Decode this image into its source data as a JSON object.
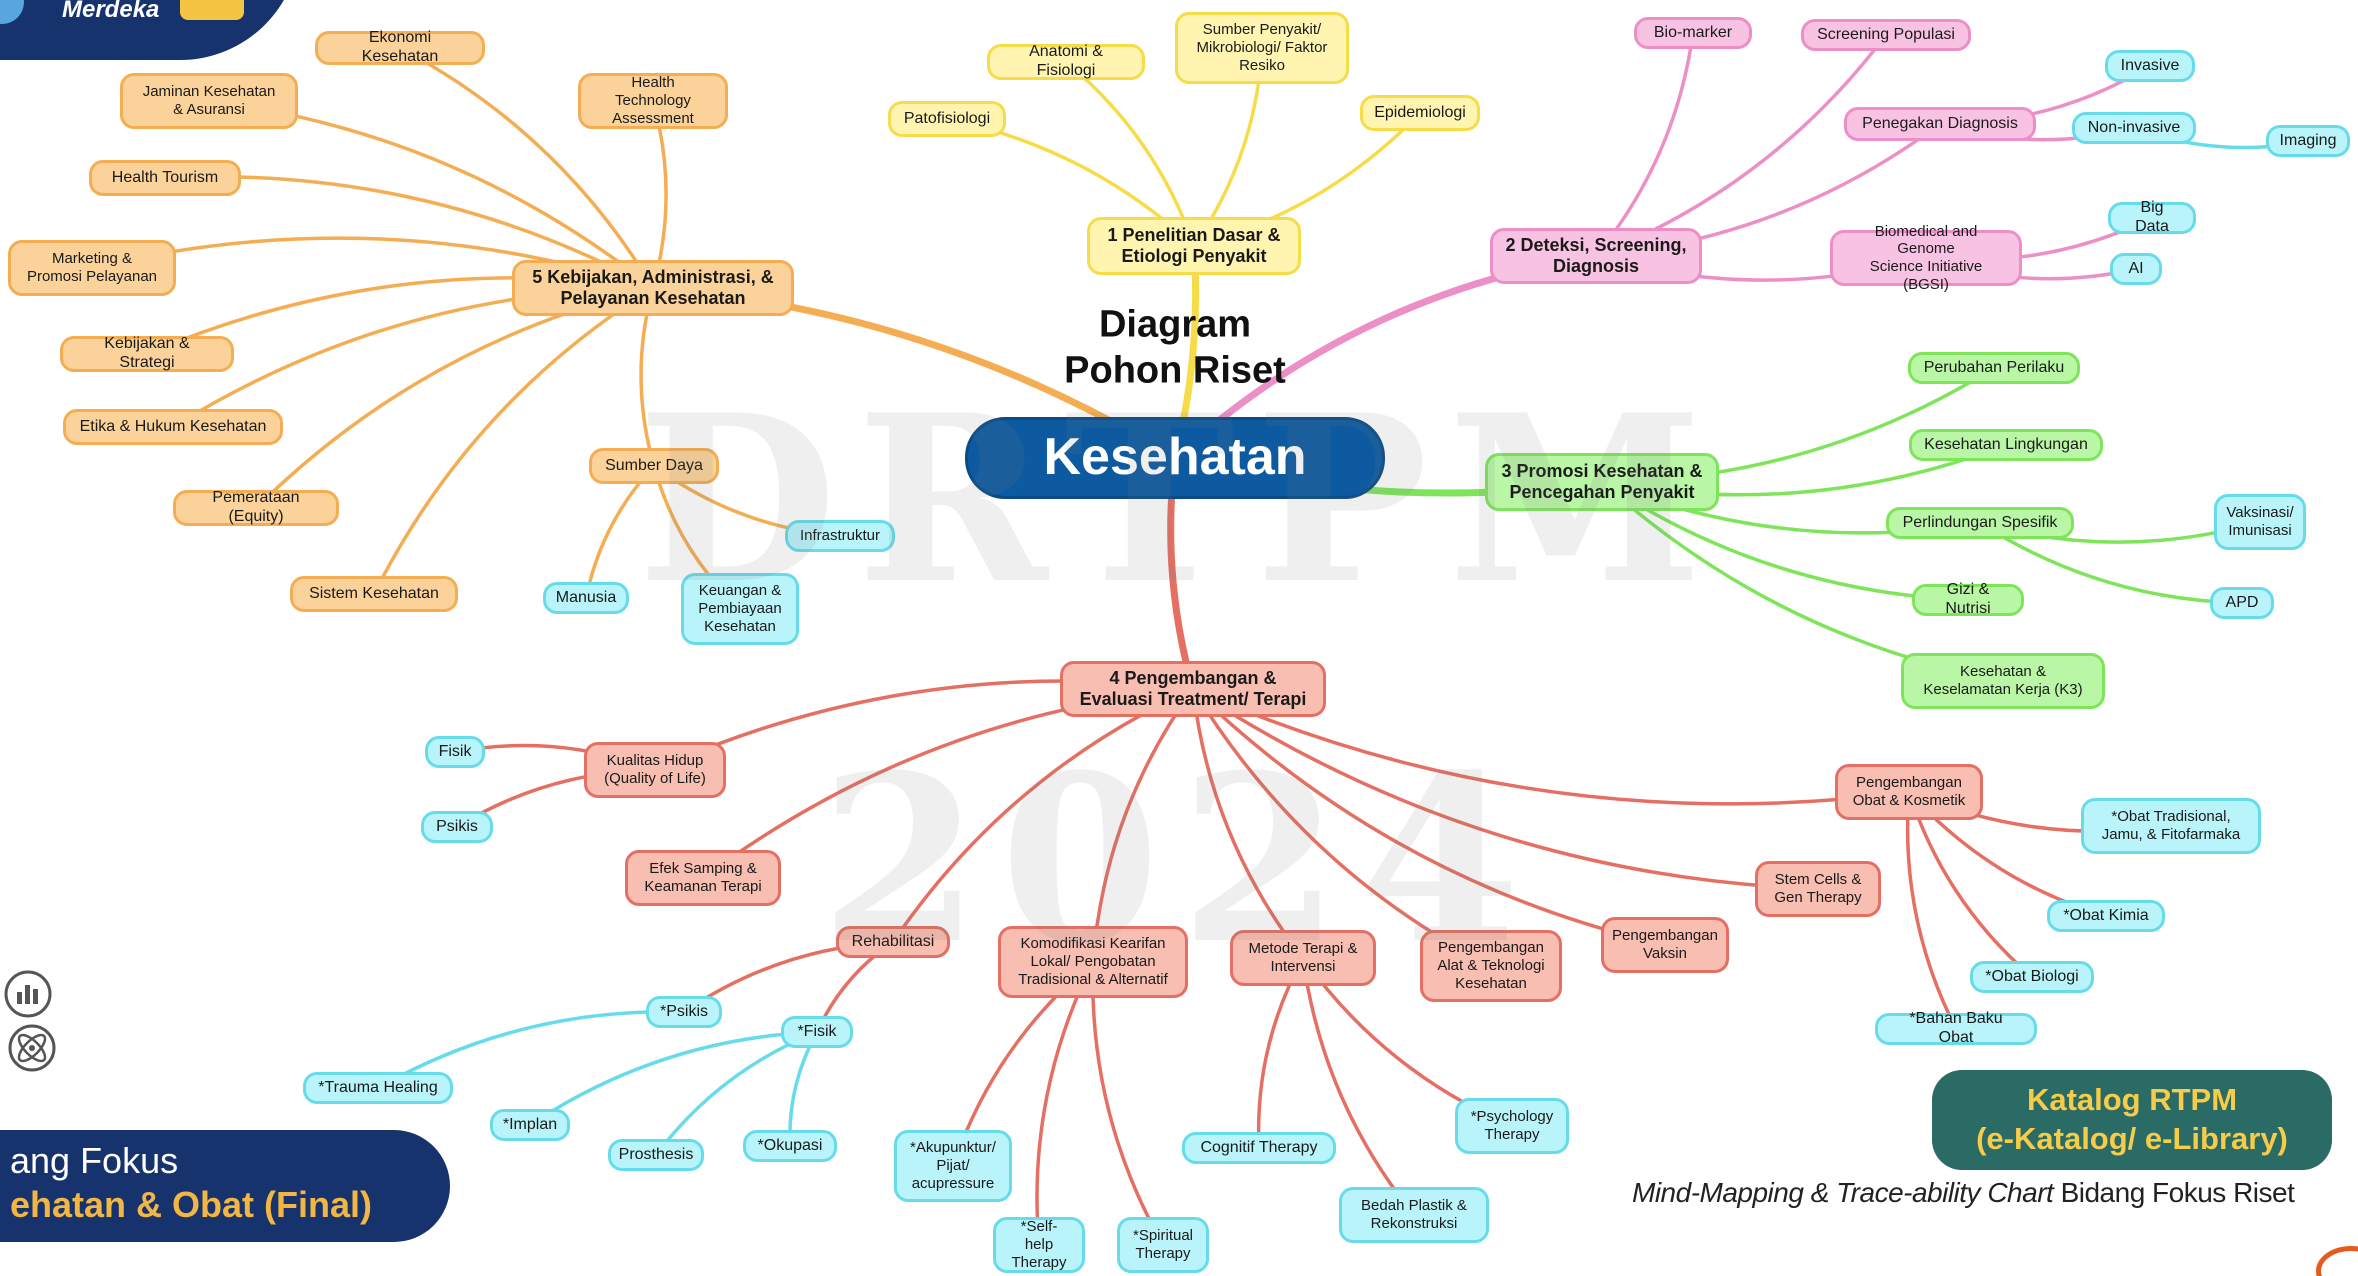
{
  "diagram": {
    "title": "Diagram\nPohon Riset",
    "watermark": [
      "DRTPM",
      "2024"
    ],
    "colors": {
      "yellow": "#f7dc4a",
      "orange": "#f4ad52",
      "pink": "#ec8fc6",
      "green": "#7ee55b",
      "red": "#e46f62",
      "cyan": "#66dceb",
      "center": "#0d5aa0"
    },
    "nodes": [
      {
        "id": "root",
        "label": "Kesehatan",
        "kind": "center"
      },
      {
        "id": "b1",
        "label": "1 Penelitian Dasar &\nEtiologi Penyakit",
        "color": "yellow",
        "kind": "branch"
      },
      {
        "id": "b2",
        "label": "2 Deteksi, Screening,\nDiagnosis",
        "color": "pink",
        "kind": "branch"
      },
      {
        "id": "b3",
        "label": "3 Promosi Kesehatan &\nPencegahan Penyakit",
        "color": "green",
        "kind": "branch"
      },
      {
        "id": "b4",
        "label": "4 Pengembangan &\nEvaluasi Treatment/ Terapi",
        "color": "red",
        "kind": "branch"
      },
      {
        "id": "b5",
        "label": "5 Kebijakan, Administrasi, &\nPelayanan Kesehatan",
        "color": "orange",
        "kind": "branch"
      },
      {
        "id": "y1",
        "label": "Patofisiologi",
        "color": "yellow"
      },
      {
        "id": "y2",
        "label": "Anatomi & Fisiologi",
        "color": "yellow"
      },
      {
        "id": "y3",
        "label": "Sumber Penyakit/\nMikrobiologi/ Faktor\nResiko",
        "color": "yellow"
      },
      {
        "id": "y4",
        "label": "Epidemiologi",
        "color": "yellow"
      },
      {
        "id": "p1",
        "label": "Bio-marker",
        "color": "pink"
      },
      {
        "id": "p2",
        "label": "Screening Populasi",
        "color": "pink"
      },
      {
        "id": "p3",
        "label": "Penegakan Diagnosis",
        "color": "pink"
      },
      {
        "id": "p4",
        "label": "Biomedical and Genome\nScience Initiative (BGSI)",
        "color": "pink"
      },
      {
        "id": "pc1",
        "label": "Invasive",
        "color": "cyan"
      },
      {
        "id": "pc2",
        "label": "Non-invasive",
        "color": "cyan"
      },
      {
        "id": "pc3",
        "label": "Imaging",
        "color": "cyan"
      },
      {
        "id": "pc4",
        "label": "Big Data",
        "color": "cyan"
      },
      {
        "id": "pc5",
        "label": "AI",
        "color": "cyan"
      },
      {
        "id": "g1",
        "label": "Perubahan Perilaku",
        "color": "green"
      },
      {
        "id": "g2",
        "label": "Kesehatan Lingkungan",
        "color": "green"
      },
      {
        "id": "g3",
        "label": "Perlindungan Spesifik",
        "color": "green"
      },
      {
        "id": "g4",
        "label": "Gizi & Nutrisi",
        "color": "green"
      },
      {
        "id": "g5",
        "label": "Kesehatan &\nKeselamatan Kerja (K3)",
        "color": "green"
      },
      {
        "id": "gc1",
        "label": "Vaksinasi/\nImunisasi",
        "color": "cyan"
      },
      {
        "id": "gc2",
        "label": "APD",
        "color": "cyan"
      },
      {
        "id": "o1",
        "label": "Ekonomi Kesehatan",
        "color": "orange"
      },
      {
        "id": "o2",
        "label": "Jaminan Kesehatan\n& Asuransi",
        "color": "orange"
      },
      {
        "id": "o3",
        "label": "Health Technology\nAssessment",
        "color": "orange"
      },
      {
        "id": "o4",
        "label": "Health Tourism",
        "color": "orange"
      },
      {
        "id": "o5",
        "label": "Marketing &\nPromosi Pelayanan",
        "color": "orange"
      },
      {
        "id": "o6",
        "label": "Kebijakan & Strategi",
        "color": "orange"
      },
      {
        "id": "o7",
        "label": "Etika & Hukum Kesehatan",
        "color": "orange"
      },
      {
        "id": "o8",
        "label": "Pemerataan (Equity)",
        "color": "orange"
      },
      {
        "id": "o9",
        "label": "Sistem Kesehatan",
        "color": "orange"
      },
      {
        "id": "o10",
        "label": "Sumber Daya",
        "color": "orange"
      },
      {
        "id": "oc1",
        "label": "Infrastruktur",
        "color": "cyan"
      },
      {
        "id": "oc2",
        "label": "Manusia",
        "color": "cyan"
      },
      {
        "id": "oc3",
        "label": "Keuangan &\nPembiayaan\nKesehatan",
        "color": "cyan"
      },
      {
        "id": "r1",
        "label": "Kualitas Hidup\n(Quality of Life)",
        "color": "red"
      },
      {
        "id": "r2",
        "label": "Efek Samping &\nKeamanan Terapi",
        "color": "red"
      },
      {
        "id": "r3",
        "label": "Rehabilitasi",
        "color": "red"
      },
      {
        "id": "r4",
        "label": "Komodifikasi Kearifan\nLokal/ Pengobatan\nTradisional & Alternatif",
        "color": "red"
      },
      {
        "id": "r5",
        "label": "Metode Terapi &\nIntervensi",
        "color": "red"
      },
      {
        "id": "r6",
        "label": "Pengembangan\nAlat & Teknologi\nKesehatan",
        "color": "red"
      },
      {
        "id": "r7",
        "label": "Pengembangan\nVaksin",
        "color": "red"
      },
      {
        "id": "r8",
        "label": "Stem Cells &\nGen Therapy",
        "color": "red"
      },
      {
        "id": "r9",
        "label": "Pengembangan\nObat & Kosmetik",
        "color": "red"
      },
      {
        "id": "rc1",
        "label": "Fisik",
        "color": "cyan"
      },
      {
        "id": "rc2",
        "label": "Psikis",
        "color": "cyan"
      },
      {
        "id": "rc3",
        "label": "*Psikis",
        "color": "cyan"
      },
      {
        "id": "rc4",
        "label": "*Fisik",
        "color": "cyan"
      },
      {
        "id": "rc5",
        "label": "*Trauma Healing",
        "color": "cyan"
      },
      {
        "id": "rc6",
        "label": "*Implan",
        "color": "cyan"
      },
      {
        "id": "rc7",
        "label": "Prosthesis",
        "color": "cyan"
      },
      {
        "id": "rc8",
        "label": "*Okupasi",
        "color": "cyan"
      },
      {
        "id": "rc9",
        "label": "*Akupunktur/\nPijat/\nacupressure",
        "color": "cyan"
      },
      {
        "id": "rc10",
        "label": "*Self-help\nTherapy",
        "color": "cyan"
      },
      {
        "id": "rc11",
        "label": "*Spiritual\nTherapy",
        "color": "cyan"
      },
      {
        "id": "rc12",
        "label": "Cognitif Therapy",
        "color": "cyan"
      },
      {
        "id": "rc13",
        "label": "Bedah Plastik &\nRekonstruksi",
        "color": "cyan"
      },
      {
        "id": "rc14",
        "label": "*Psychology\nTherapy",
        "color": "cyan"
      },
      {
        "id": "rc15",
        "label": "*Obat Tradisional,\nJamu, & Fitofarmaka",
        "color": "cyan"
      },
      {
        "id": "rc16",
        "label": "*Obat Kimia",
        "color": "cyan"
      },
      {
        "id": "rc17",
        "label": "*Obat Biologi",
        "color": "cyan"
      },
      {
        "id": "rc18",
        "label": "*Bahan Baku Obat",
        "color": "cyan"
      }
    ],
    "edges": [
      [
        "root",
        "b1"
      ],
      [
        "root",
        "b2"
      ],
      [
        "root",
        "b3"
      ],
      [
        "root",
        "b4"
      ],
      [
        "root",
        "b5"
      ],
      [
        "b1",
        "y1"
      ],
      [
        "b1",
        "y2"
      ],
      [
        "b1",
        "y3"
      ],
      [
        "b1",
        "y4"
      ],
      [
        "b2",
        "p1"
      ],
      [
        "b2",
        "p2"
      ],
      [
        "b2",
        "p3"
      ],
      [
        "b2",
        "p4"
      ],
      [
        "p3",
        "pc1"
      ],
      [
        "p3",
        "pc2"
      ],
      [
        "pc2",
        "pc3"
      ],
      [
        "p4",
        "pc4"
      ],
      [
        "p4",
        "pc5"
      ],
      [
        "b3",
        "g1"
      ],
      [
        "b3",
        "g2"
      ],
      [
        "b3",
        "g3"
      ],
      [
        "b3",
        "g4"
      ],
      [
        "b3",
        "g5"
      ],
      [
        "g3",
        "gc1"
      ],
      [
        "g3",
        "gc2"
      ],
      [
        "b5",
        "o1"
      ],
      [
        "b5",
        "o2"
      ],
      [
        "b5",
        "o3"
      ],
      [
        "b5",
        "o4"
      ],
      [
        "b5",
        "o5"
      ],
      [
        "b5",
        "o6"
      ],
      [
        "b5",
        "o7"
      ],
      [
        "b5",
        "o8"
      ],
      [
        "b5",
        "o9"
      ],
      [
        "b5",
        "o10"
      ],
      [
        "o10",
        "oc1"
      ],
      [
        "o10",
        "oc2"
      ],
      [
        "o10",
        "oc3"
      ],
      [
        "b4",
        "r1"
      ],
      [
        "b4",
        "r2"
      ],
      [
        "b4",
        "r3"
      ],
      [
        "b4",
        "r4"
      ],
      [
        "b4",
        "r5"
      ],
      [
        "b4",
        "r6"
      ],
      [
        "b4",
        "r7"
      ],
      [
        "b4",
        "r8"
      ],
      [
        "b4",
        "r9"
      ],
      [
        "r1",
        "rc1"
      ],
      [
        "r1",
        "rc2"
      ],
      [
        "r3",
        "rc3"
      ],
      [
        "r3",
        "rc4"
      ],
      [
        "rc3",
        "rc5"
      ],
      [
        "rc4",
        "rc6"
      ],
      [
        "rc4",
        "rc7"
      ],
      [
        "rc4",
        "rc8"
      ],
      [
        "r4",
        "rc9"
      ],
      [
        "r4",
        "rc10"
      ],
      [
        "r4",
        "rc11"
      ],
      [
        "r5",
        "rc12"
      ],
      [
        "r5",
        "rc13"
      ],
      [
        "r5",
        "rc14"
      ],
      [
        "r9",
        "rc15"
      ],
      [
        "r9",
        "rc16"
      ],
      [
        "r9",
        "rc17"
      ],
      [
        "r9",
        "rc18"
      ]
    ]
  },
  "header": {
    "logo_text": "Merdeka"
  },
  "footer": {
    "focus_line1": "ang Fokus",
    "focus_line2": "ehatan & Obat (Final)",
    "katalog_line1": "Katalog RTPM",
    "katalog_line2": "(e-Katalog/ e-Library)",
    "caption_italic": "Mind-Mapping & Trace-ability Chart",
    "caption_plain": " Bidang Fokus Riset"
  }
}
